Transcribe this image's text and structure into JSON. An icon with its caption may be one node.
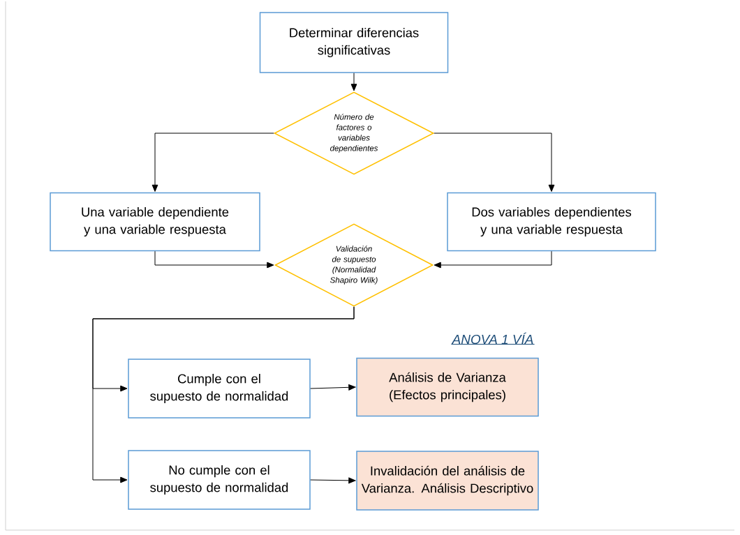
{
  "diagram": {
    "nodes": [
      {
        "text": [
          "Determinar diferencias significativas"
        ]
      },
      {
        "text": [
          "Número de factores o variables dependientes"
        ]
      },
      {
        "text": [
          "Una variable dependiente  y una variable respuesta"
        ]
      },
      {
        "text": [
          "Dos variables dependientes y una variable respuesta"
        ]
      },
      {
        "text": [
          "Validación de supuesto (Normalidad Shapiro Wilk)"
        ]
      },
      {
        "text": [
          "Cumple con el supuesto de normalidad"
        ]
      },
      {
        "text": [
          "Análisis de Varianza (Efectos principales)"
        ]
      },
      {
        "text": [
          "No cumple con el supuesto de normalidad"
        ]
      },
      {
        "text": [
          "Invalidación del análisis de Varianza. Análisis Descriptivo"
        ]
      }
    ],
    "edges": [
      {
        "from": 0,
        "to": 1,
        "arrow": "to"
      },
      {
        "from": 1,
        "to": 2,
        "arrow": "to"
      },
      {
        "from": 1,
        "to": 3,
        "arrow": "to"
      },
      {
        "from": 2,
        "to": 4,
        "arrow": "to"
      },
      {
        "from": 3,
        "to": 4,
        "arrow": "to"
      },
      {
        "from": 4,
        "to": 5,
        "arrow": "to"
      },
      {
        "from": 4,
        "to": 7,
        "arrow": "to"
      },
      {
        "from": 5,
        "to": 6,
        "arrow": "to"
      },
      {
        "from": 7,
        "to": 8,
        "arrow": "to"
      }
    ],
    "labels": [
      "ANOVA 1 VÍA"
    ]
  }
}
